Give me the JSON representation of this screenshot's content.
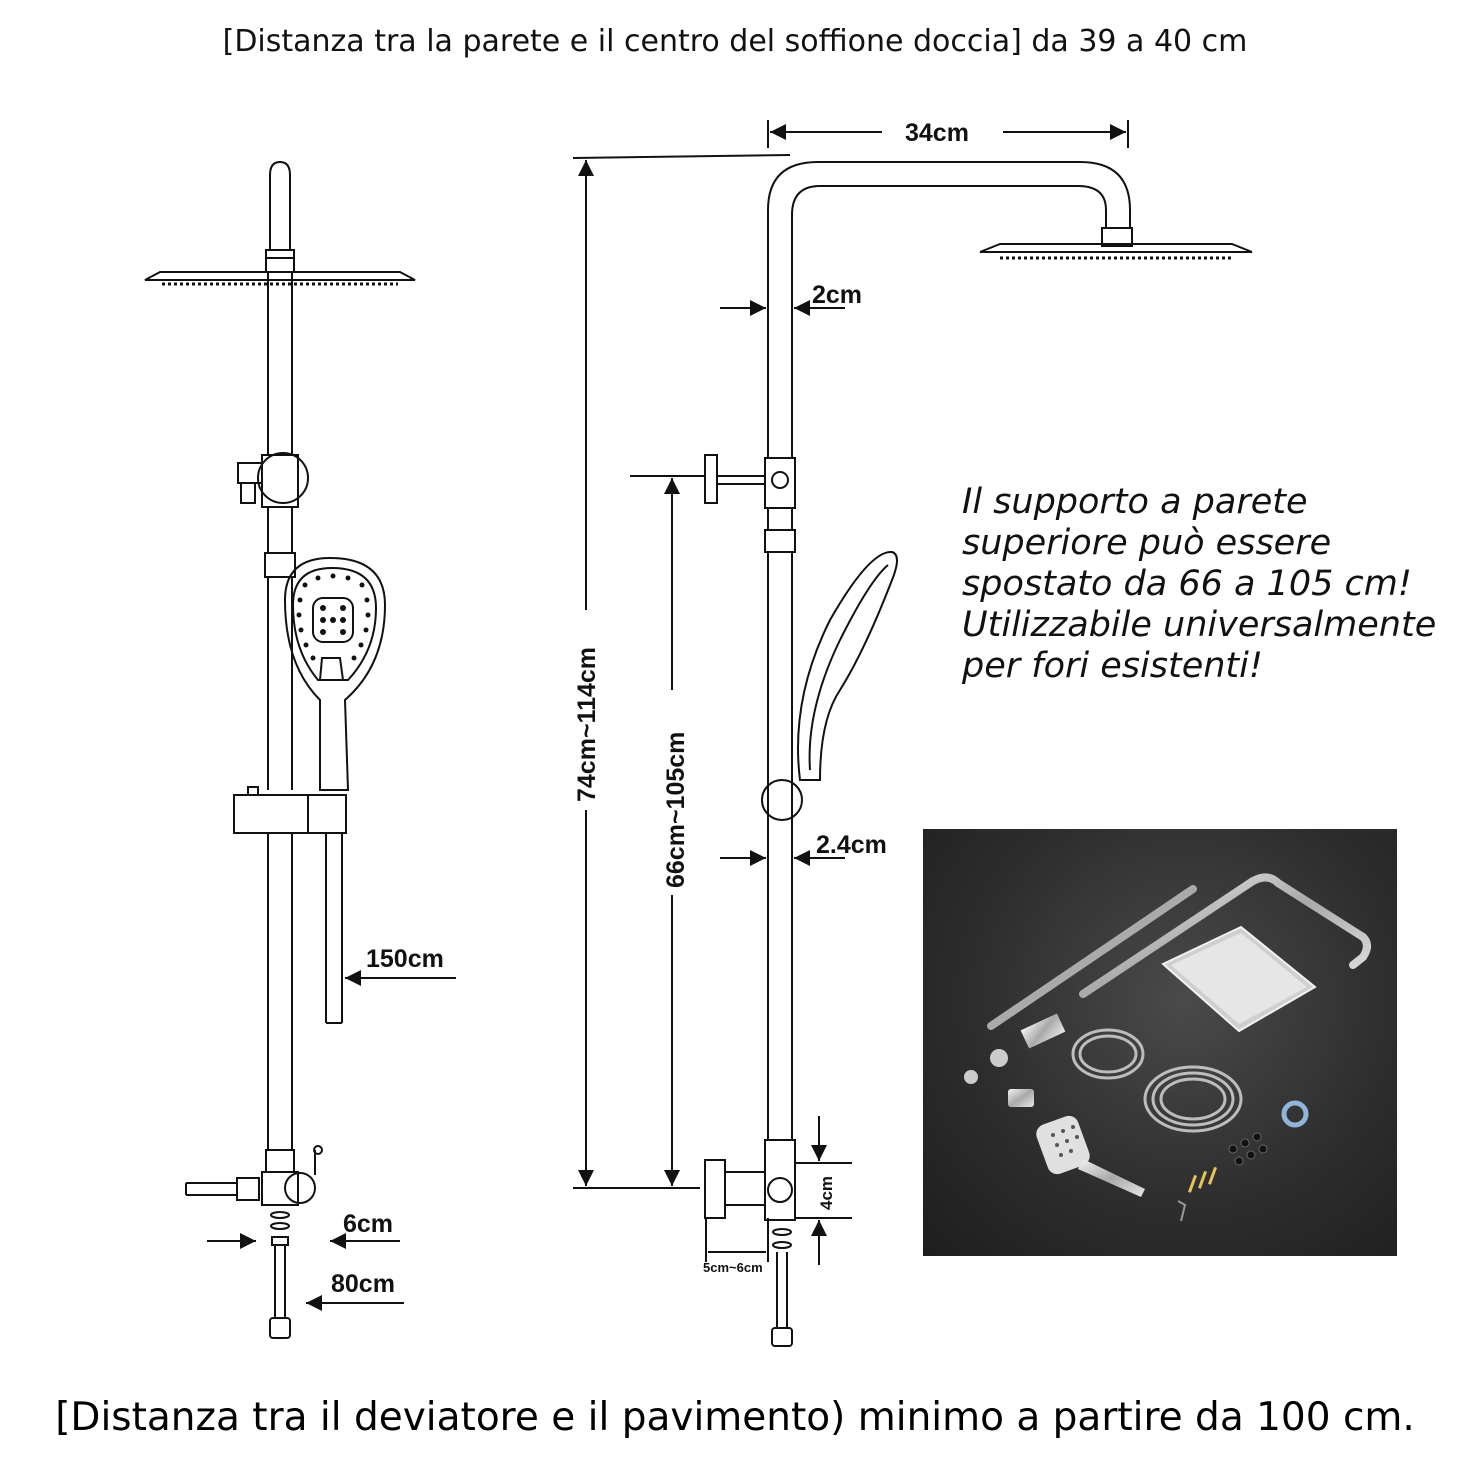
{
  "captions": {
    "top": "[Distanza tra la parete e il centro del soffione doccia] da 39 a 40 cm",
    "bottom": "[Distanza tra il deviatore e il pavimento) minimo a partire da 100 cm."
  },
  "note_lines": [
    "Il supporto a parete",
    "superiore può essere",
    "spostato da 66 a 105 cm!",
    "Utilizzabile universalmente",
    "per fori esistenti!"
  ],
  "dimensions": {
    "arm_length": "34cm",
    "pipe_diameter_top": "2cm",
    "pipe_diameter_bottom": "2.4cm",
    "hose_length": "150cm",
    "connector_width": "6cm",
    "bottom_hose": "80cm",
    "total_height": "74cm~114cm",
    "bracket_range": "66cm~105cm",
    "diverter_height": "4cm",
    "wall_offset": "5cm~6cm"
  },
  "colors": {
    "line": "#111111",
    "photo_background": "#2e2e2e",
    "chrome": "#d8d8d8"
  }
}
